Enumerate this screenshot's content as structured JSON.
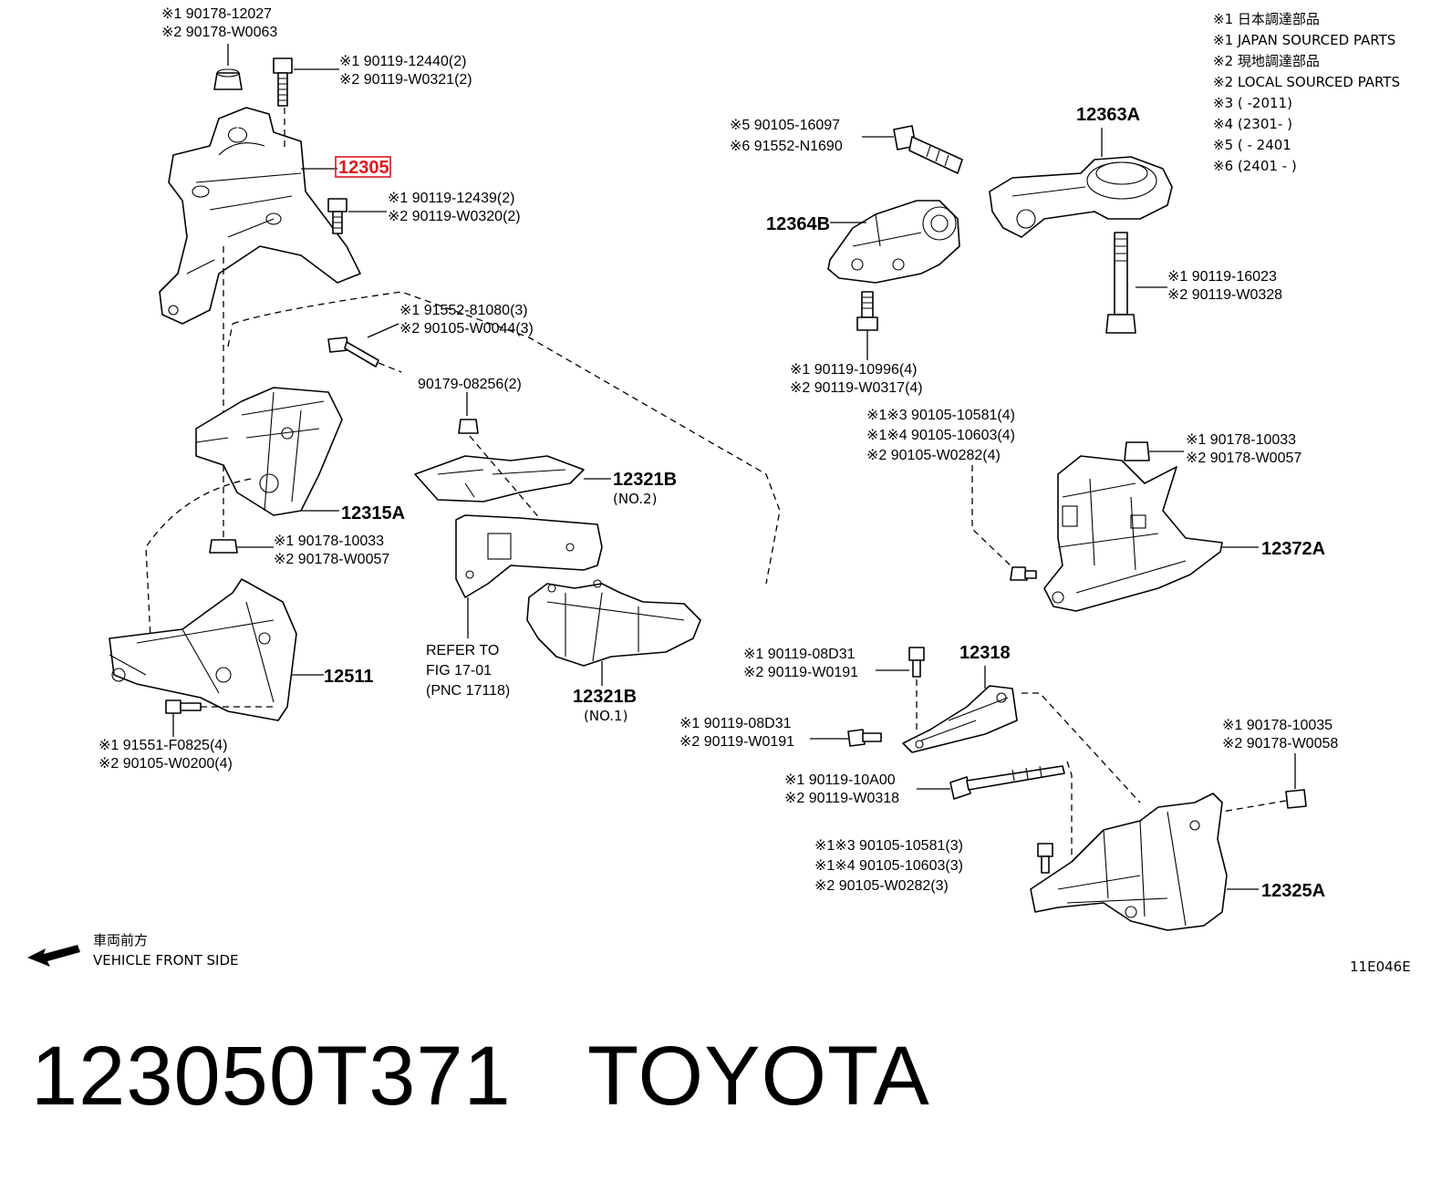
{
  "notes": [
    "※1 日本調達部品",
    "※1 JAPAN SOURCED PARTS",
    "※2 現地調達部品",
    "※2 LOCAL SOURCED PARTS",
    "※3 (       -2011)",
    "※4 (2301-       )",
    "※5 (       - 2401",
    "※6 (2401  -      )"
  ],
  "parts": {
    "p12305": "12305",
    "p12315A": "12315A",
    "p12511": "12511",
    "p12321B_no2": "12321B",
    "no2": "(NO.2)",
    "p12321B_no1": "12321B",
    "no1": "(NO.1)",
    "p12364B": "12364B",
    "p12363A": "12363A",
    "p12372A": "12372A",
    "p12318": "12318",
    "p12325A": "12325A"
  },
  "fasteners": {
    "f1a": "※1 90178-12027",
    "f1b": "※2 90178-W0063",
    "f2a": "※1 90119-12440(2)",
    "f2b": "※2 90119-W0321(2)",
    "f3a": "※1 90119-12439(2)",
    "f3b": "※2 90119-W0320(2)",
    "f4a": "※1 91552-81080(3)",
    "f4b": "※2 90105-W0044(3)",
    "f5": "90179-08256(2)",
    "f6a": "※1 90178-10033",
    "f6b": "※2 90178-W0057",
    "f7a": "※1 91551-F0825(4)",
    "f7b": "※2 90105-W0200(4)",
    "f8a": "※5 90105-16097",
    "f8b": "※6 91552-N1690",
    "f9a": "※1 90119-16023",
    "f9b": "※2 90119-W0328",
    "f10a": "※1 90119-10996(4)",
    "f10b": "※2 90119-W0317(4)",
    "f11a": "※1※3 90105-10581(4)",
    "f11b": "※1※4 90105-10603(4)",
    "f11c": "※2        90105-W0282(4)",
    "f12a": "※1 90178-10033",
    "f12b": "※2 90178-W0057",
    "f13a": "※1 90119-08D31",
    "f13b": "※2 90119-W0191",
    "f14a": "※1 90119-08D31",
    "f14b": "※2 90119-W0191",
    "f15a": "※1 90119-10A00",
    "f15b": "※2 90119-W0318",
    "f16a": "※1※3 90105-10581(3)",
    "f16b": "※1※4 90105-10603(3)",
    "f16c": "※2        90105-W0282(3)",
    "f17a": "※1 90178-10035",
    "f17b": "※2 90178-W0058"
  },
  "refer": [
    "REFER TO",
    "FIG 17-01",
    "(PNC 17118)"
  ],
  "direction": [
    "車両前方",
    "VEHICLE FRONT SIDE"
  ],
  "figure_code": "11E046E",
  "footer": {
    "part_number": "123050T371",
    "brand": "TOYOTA"
  },
  "colors": {
    "highlight": "#e0141e",
    "ink": "#000000"
  }
}
